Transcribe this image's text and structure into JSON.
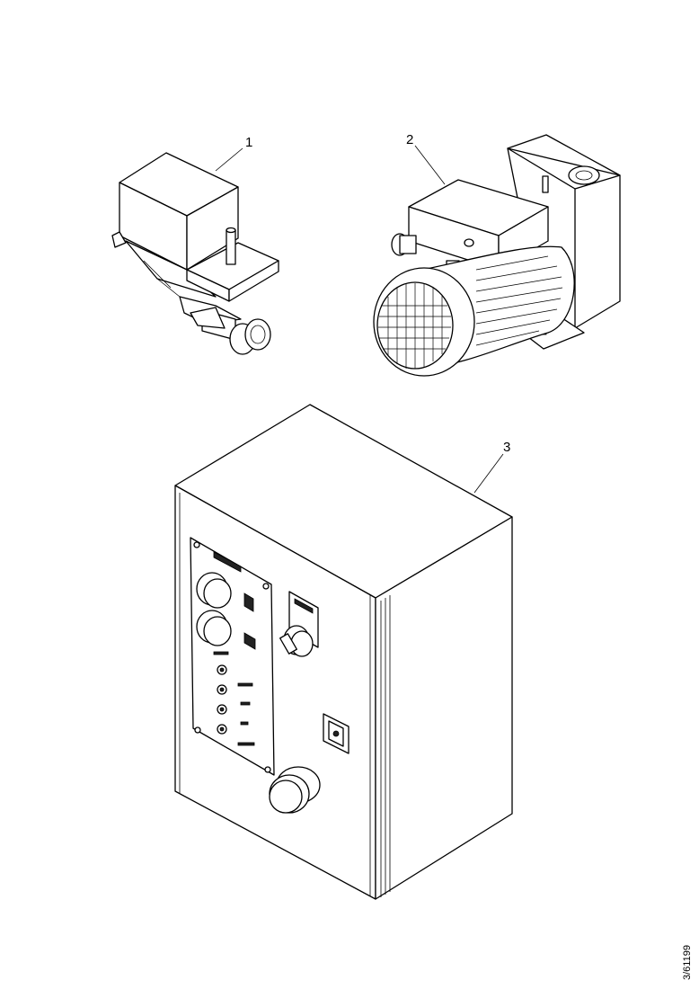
{
  "callouts": {
    "item1": "1",
    "item2": "2",
    "item3": "3"
  },
  "reference_code": "3/61199",
  "colors": {
    "line": "#000000",
    "background": "#ffffff"
  }
}
